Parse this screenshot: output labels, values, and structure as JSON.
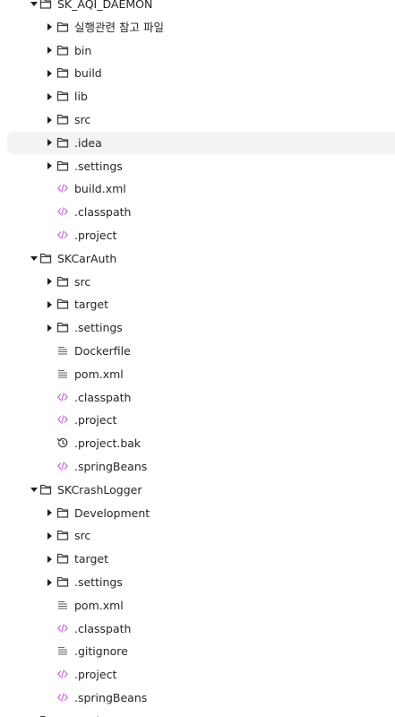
{
  "tree": {
    "rows": [
      {
        "label": "SK_AQI_DAEMON",
        "icon": "folder-icon",
        "arrow": "expanded",
        "depth": 0
      },
      {
        "label": "실행관련 참고 파일",
        "icon": "folder-icon",
        "arrow": "collapsed",
        "depth": 1
      },
      {
        "label": "bin",
        "icon": "folder-icon",
        "arrow": "collapsed",
        "depth": 1
      },
      {
        "label": "build",
        "icon": "folder-icon",
        "arrow": "collapsed",
        "depth": 1
      },
      {
        "label": "lib",
        "icon": "folder-icon",
        "arrow": "collapsed",
        "depth": 1
      },
      {
        "label": "src",
        "icon": "folder-icon",
        "arrow": "collapsed",
        "depth": 1
      },
      {
        "label": ".idea",
        "icon": "folder-icon",
        "arrow": "collapsed",
        "depth": 1,
        "selected": true
      },
      {
        "label": ".settings",
        "icon": "folder-icon",
        "arrow": "collapsed",
        "depth": 1
      },
      {
        "label": "build.xml",
        "icon": "code-file-icon",
        "arrow": "none",
        "depth": 1
      },
      {
        "label": ".classpath",
        "icon": "code-file-icon",
        "arrow": "none",
        "depth": 1
      },
      {
        "label": ".project",
        "icon": "code-file-icon",
        "arrow": "none",
        "depth": 1
      },
      {
        "label": "SKCarAuth",
        "icon": "folder-icon",
        "arrow": "expanded",
        "depth": 0
      },
      {
        "label": "src",
        "icon": "folder-icon",
        "arrow": "collapsed",
        "depth": 1
      },
      {
        "label": "target",
        "icon": "folder-icon",
        "arrow": "collapsed",
        "depth": 1
      },
      {
        "label": ".settings",
        "icon": "folder-icon",
        "arrow": "collapsed",
        "depth": 1
      },
      {
        "label": "Dockerfile",
        "icon": "text-file-icon",
        "arrow": "none",
        "depth": 1
      },
      {
        "label": "pom.xml",
        "icon": "text-file-icon",
        "arrow": "none",
        "depth": 1
      },
      {
        "label": ".classpath",
        "icon": "code-file-icon",
        "arrow": "none",
        "depth": 1
      },
      {
        "label": ".project",
        "icon": "code-file-icon",
        "arrow": "none",
        "depth": 1
      },
      {
        "label": ".project.bak",
        "icon": "history-file-icon",
        "arrow": "none",
        "depth": 1
      },
      {
        "label": ".springBeans",
        "icon": "code-file-icon",
        "arrow": "none",
        "depth": 1
      },
      {
        "label": "SKCrashLogger",
        "icon": "folder-icon",
        "arrow": "expanded",
        "depth": 0
      },
      {
        "label": "Development",
        "icon": "folder-icon",
        "arrow": "collapsed",
        "depth": 1
      },
      {
        "label": "src",
        "icon": "folder-icon",
        "arrow": "collapsed",
        "depth": 1
      },
      {
        "label": "target",
        "icon": "folder-icon",
        "arrow": "collapsed",
        "depth": 1
      },
      {
        "label": ".settings",
        "icon": "folder-icon",
        "arrow": "collapsed",
        "depth": 1
      },
      {
        "label": "pom.xml",
        "icon": "text-file-icon",
        "arrow": "none",
        "depth": 1
      },
      {
        "label": ".classpath",
        "icon": "code-file-icon",
        "arrow": "none",
        "depth": 1
      },
      {
        "label": ".gitignore",
        "icon": "text-file-icon",
        "arrow": "none",
        "depth": 1
      },
      {
        "label": ".project",
        "icon": "code-file-icon",
        "arrow": "none",
        "depth": 1
      },
      {
        "label": ".springBeans",
        "icon": "code-file-icon",
        "arrow": "none",
        "depth": 1
      },
      {
        "label": "SKCrashLoggerAGS",
        "icon": "folder-icon",
        "arrow": "collapsed",
        "depth": 0
      }
    ]
  },
  "colors": {
    "text": "#262626",
    "icon": "#3c3c3c",
    "code_icon": "#c86fd6",
    "selected_bg": "#f3f3f4"
  }
}
